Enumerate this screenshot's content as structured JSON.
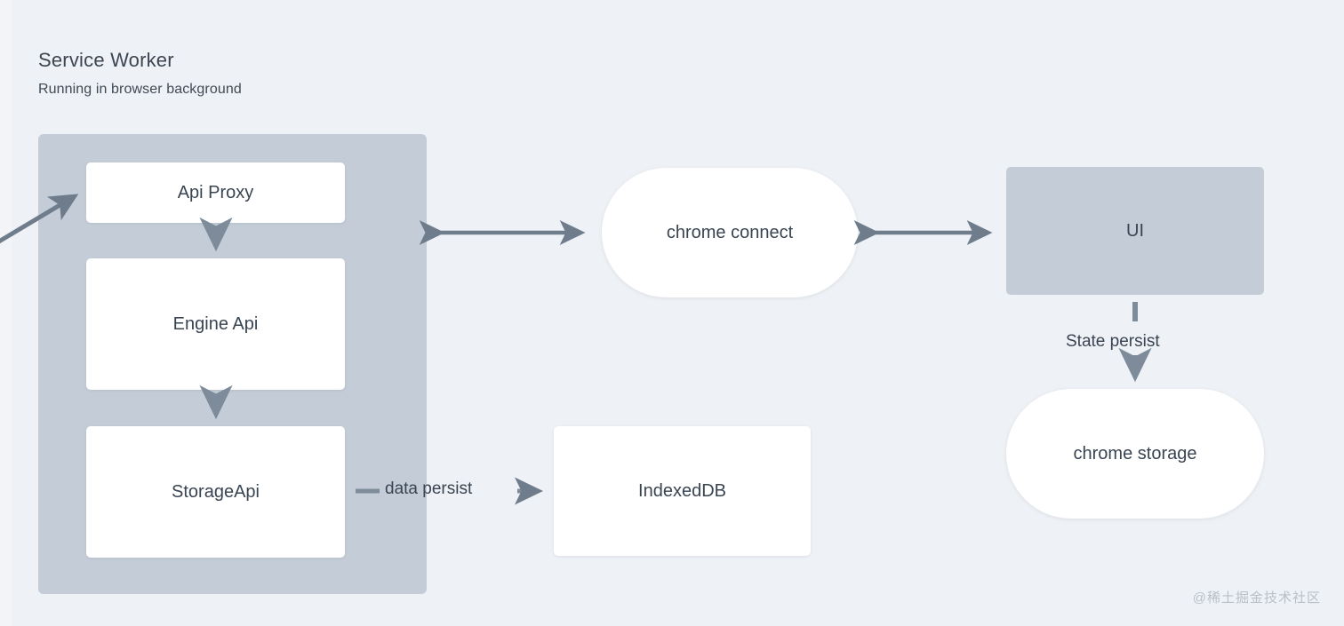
{
  "diagram": {
    "title": "Service Worker",
    "subtitle": "Running in browser background",
    "background_color": "#eef1f5",
    "container_color": "#c4cdd7",
    "node_white_color": "#ffffff",
    "text_color": "#394452",
    "arrow_color": "#6e7c8c"
  },
  "nodes": {
    "api_proxy": {
      "label": "Api Proxy",
      "shape": "rect",
      "fill": "#ffffff"
    },
    "engine_api": {
      "label": "Engine Api",
      "shape": "rect",
      "fill": "#ffffff"
    },
    "storage_api": {
      "label": "StorageApi",
      "shape": "rect",
      "fill": "#ffffff"
    },
    "indexeddb": {
      "label": "IndexedDB",
      "shape": "rect",
      "fill": "#ffffff"
    },
    "chrome_connect": {
      "label": "chrome connect",
      "shape": "pill",
      "fill": "#ffffff"
    },
    "ui": {
      "label": "UI",
      "shape": "rect",
      "fill": "#c4cdd7"
    },
    "chrome_storage": {
      "label": "chrome storage",
      "shape": "pill",
      "fill": "#ffffff"
    }
  },
  "edges": {
    "incoming_external": {
      "label": "",
      "direction": "in",
      "style": "diagonal-arrow"
    },
    "api_proxy_to_engine_api": {
      "label": "",
      "direction": "down",
      "style": "arrow"
    },
    "engine_api_to_storage_api": {
      "label": "",
      "direction": "down",
      "style": "arrow"
    },
    "storage_api_to_indexeddb": {
      "label": "data persist",
      "direction": "right",
      "style": "arrow"
    },
    "service_worker_to_chrome_connect": {
      "label": "",
      "direction": "both",
      "style": "double-arrow"
    },
    "chrome_connect_to_ui": {
      "label": "",
      "direction": "both",
      "style": "double-arrow"
    },
    "ui_to_chrome_storage": {
      "label": "State persist",
      "direction": "down",
      "style": "arrow"
    }
  },
  "watermark": {
    "text": "@稀土掘金技术社区"
  }
}
